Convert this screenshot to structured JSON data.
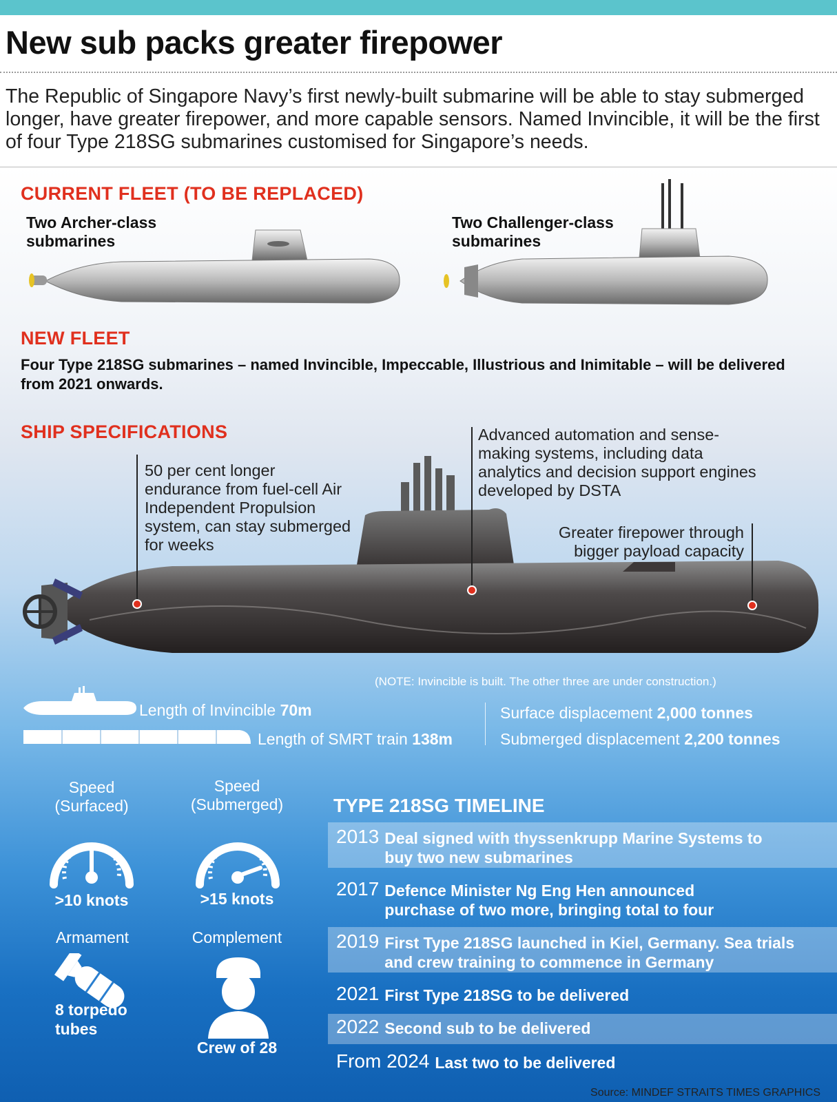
{
  "title": "New sub packs greater firepower",
  "intro": "The Republic of Singapore Navy’s first newly-built submarine will be able to stay submerged longer, have greater firepower, and more capable sensors. Named Invincible, it will be the first of four Type 218SG submarines customised for Singapore’s needs.",
  "current_fleet": {
    "heading": "CURRENT FLEET (TO BE REPLACED)",
    "archer": "Two Archer-class submarines",
    "challenger": "Two Challenger-class submarines"
  },
  "new_fleet": {
    "heading": "NEW FLEET",
    "text": "Four Type 218SG submarines – named Invincible, Impeccable, Illustrious and Inimitable – will be delivered from 2021 onwards."
  },
  "specs": {
    "heading": "SHIP SPECIFICATIONS",
    "endurance": "50 per cent longer endurance from fuel-cell Air Independent Propulsion system, can stay submerged for weeks",
    "automation": "Advanced automation and sense-making systems, including data analytics and decision support engines developed by DSTA",
    "firepower": "Greater firepower through bigger payload capacity",
    "note": "(NOTE: Invincible is built. The other three are under construction.)"
  },
  "stats": {
    "length_invincible_label": "Length of Invincible",
    "length_invincible_value": "70m",
    "length_train_label": "Length of SMRT train",
    "length_train_value": "138m",
    "surface_label": "Surface displacement",
    "surface_value": "2,000 tonnes",
    "submerged_label": "Submerged displacement",
    "submerged_value": "2,200 tonnes"
  },
  "gauges": {
    "speed_surfaced_label": "Speed (Surfaced)",
    "speed_surfaced_value": ">10 knots",
    "speed_submerged_label": "Speed (Submerged)",
    "speed_submerged_value": ">15 knots",
    "armament_label": "Armament",
    "armament_value": "8 torpedo tubes",
    "complement_label": "Complement",
    "complement_value": "Crew of 28"
  },
  "timeline": {
    "heading": "TYPE 218SG TIMELINE",
    "items": [
      {
        "year": "2013",
        "text": "Deal signed with thyssenkrupp Marine Systems to buy two new submarines"
      },
      {
        "year": "2017",
        "text": "Defence Minister Ng Eng Hen announced purchase of two more, bringing total to four"
      },
      {
        "year": "2019",
        "text": "First Type 218SG launched in Kiel, Germany. Sea trials and crew training to commence in Germany"
      },
      {
        "year": "2021",
        "text": "First Type 218SG to be delivered"
      },
      {
        "year": "2022",
        "text": "Second sub to be delivered"
      },
      {
        "year": "From 2024",
        "text": "Last two to be delivered"
      }
    ]
  },
  "source": "Source: MINDEF   STRAITS TIMES GRAPHICS",
  "colors": {
    "accent": "#e0301e",
    "topbar": "#5bc4cc",
    "deep_blue": "#0f5fb1"
  }
}
